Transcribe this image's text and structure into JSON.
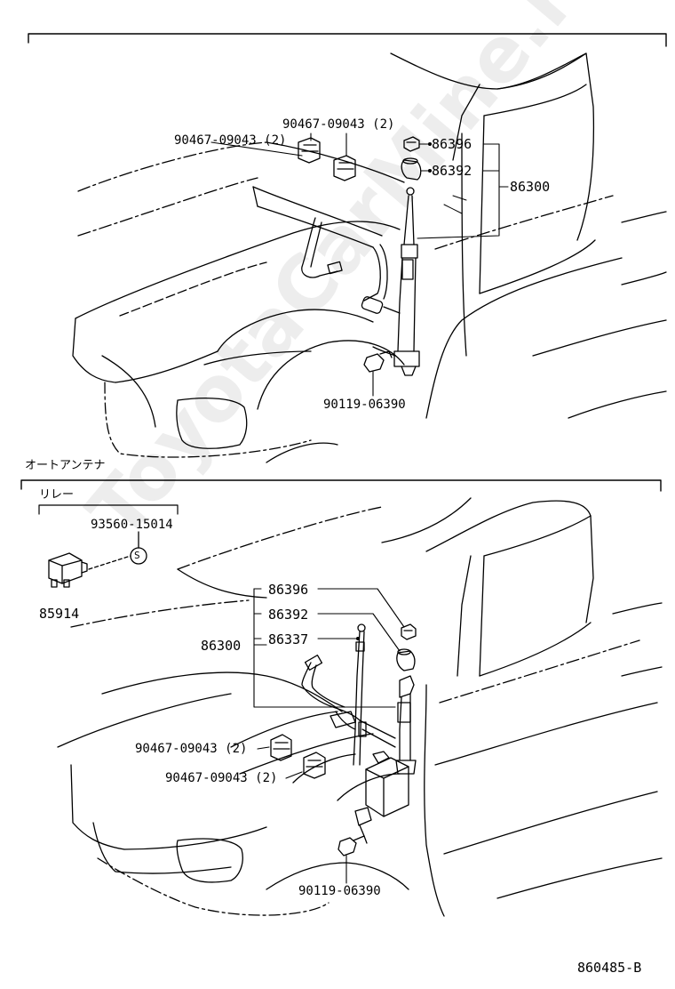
{
  "watermark": "ToyotaCarMine.ru",
  "top": {
    "part_86396": "86396",
    "part_86392": "86392",
    "part_86300": "86300",
    "part_90467_a": "90467-09043 (2)",
    "part_90467_b": "90467-09043 (2)",
    "part_90119": "90119-06390"
  },
  "bottom": {
    "section_title": "オートアンテナ",
    "relay_label": "リレー",
    "part_93560": "93560-15014",
    "part_s_symbol": "S",
    "part_85914": "85914",
    "part_86396": "86396",
    "part_86392": "86392",
    "part_86337": "86337",
    "part_86300": "86300",
    "part_90467_a": "90467-09043 (2)",
    "part_90467_b": "90467-09043 (2)",
    "part_90119": "90119-06390"
  },
  "diagram_code": "860485-B"
}
